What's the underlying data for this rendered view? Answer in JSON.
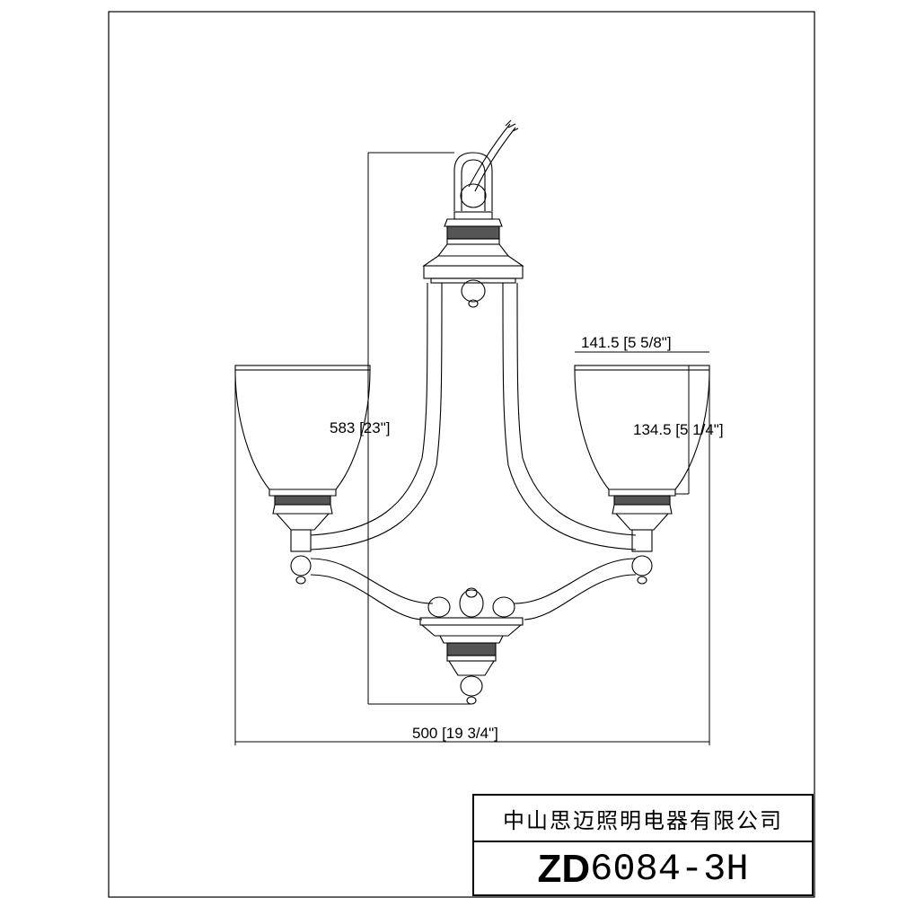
{
  "drawing": {
    "dimensions": {
      "overall_height": "583 [23\"]",
      "overall_width": "500 [19 3/4\"]",
      "shade_width": "141.5 [5 5/8\"]",
      "shade_height": "134.5 [5 1/4\"]"
    }
  },
  "title_block": {
    "company": "中山思迈照明电器有限公司",
    "model_prefix": "ZD",
    "model_number": "6084-3H"
  }
}
